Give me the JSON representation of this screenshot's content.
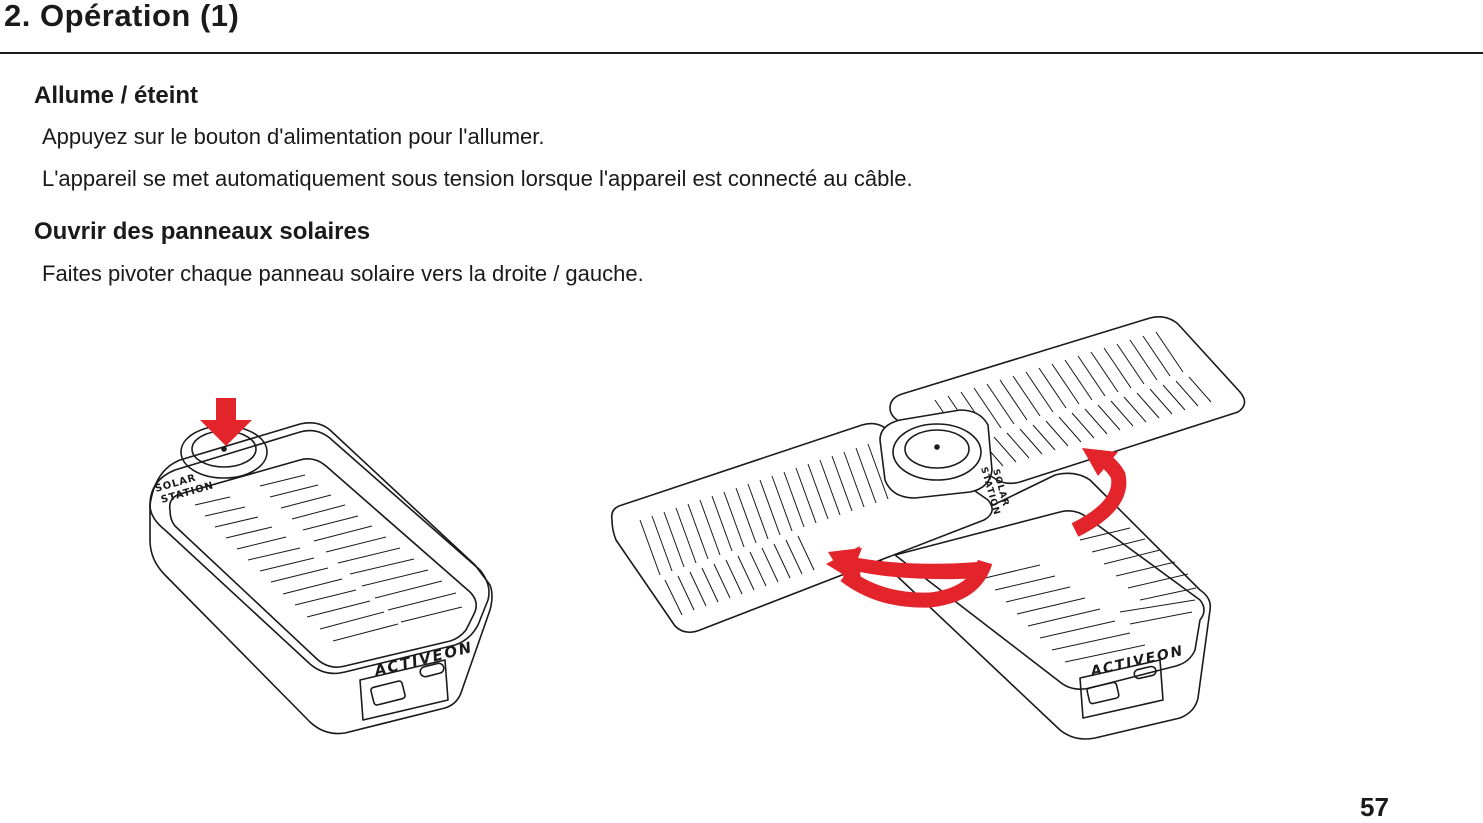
{
  "header": {
    "title": "2. Opération (1)"
  },
  "sections": [
    {
      "heading": "Allume / éteint",
      "lines": [
        "Appuyez sur le bouton d'alimentation pour l'allumer.",
        "L'appareil se met automatiquement sous tension lorsque l'appareil est connecté au câble."
      ]
    },
    {
      "heading": "Ouvrir des panneaux solaires",
      "lines": [
        "Faites pivoter chaque panneau solaire vers la droite / gauche."
      ]
    }
  ],
  "device": {
    "brand": "ACTIVEON",
    "model_line1": "SOLAR",
    "model_line2": "STATION"
  },
  "colors": {
    "arrow": "#e3242b",
    "ink": "#1a1a1a"
  },
  "footer": {
    "page_number": "57"
  }
}
